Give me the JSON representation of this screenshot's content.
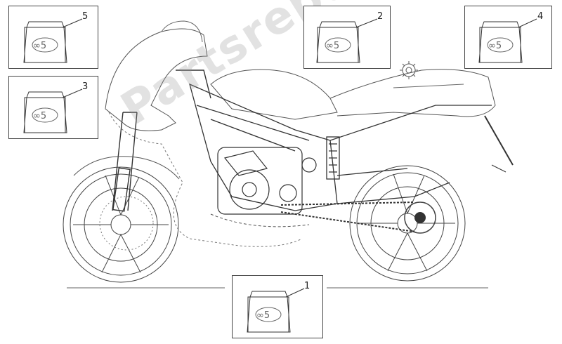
{
  "diagram": {
    "callouts": [
      {
        "id": "5",
        "label": "5"
      },
      {
        "id": "2",
        "label": "2"
      },
      {
        "id": "4",
        "label": "4"
      },
      {
        "id": "3",
        "label": "3"
      },
      {
        "id": "1",
        "label": "1"
      }
    ],
    "watermark_text": "Partsrepublik"
  }
}
